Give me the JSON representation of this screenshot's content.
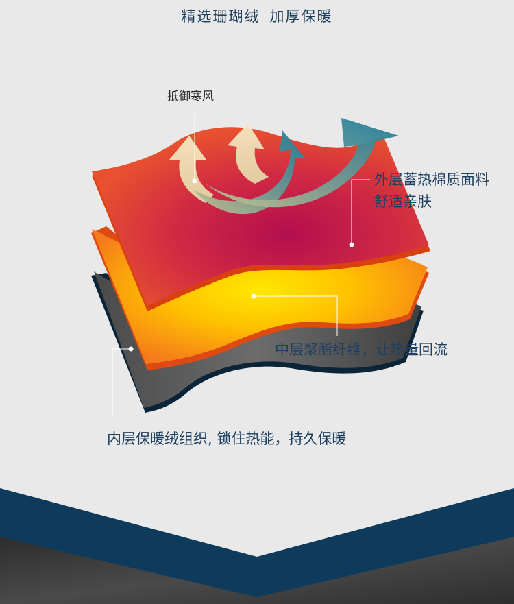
{
  "header": {
    "title_left": "精选珊瑚绒",
    "title_right": "加厚保暖"
  },
  "callouts": {
    "wind": "抵御寒风",
    "outer_line1": "外层蓄热棉质面料",
    "outer_line2": "舒适亲肤",
    "middle": "中层聚酯纤维，让热量回流",
    "inner": "内层保暖绒组织, 锁住热能，持久保暖"
  },
  "colors": {
    "background": "#e9e9e9",
    "banner_blue": "#0e3a5c",
    "banner_dark": "#3b3b3b",
    "outer_layer": "#c8194a",
    "middle_layer": "#ffd000",
    "inner_layer": "#555555",
    "text": "#1d3f62"
  }
}
